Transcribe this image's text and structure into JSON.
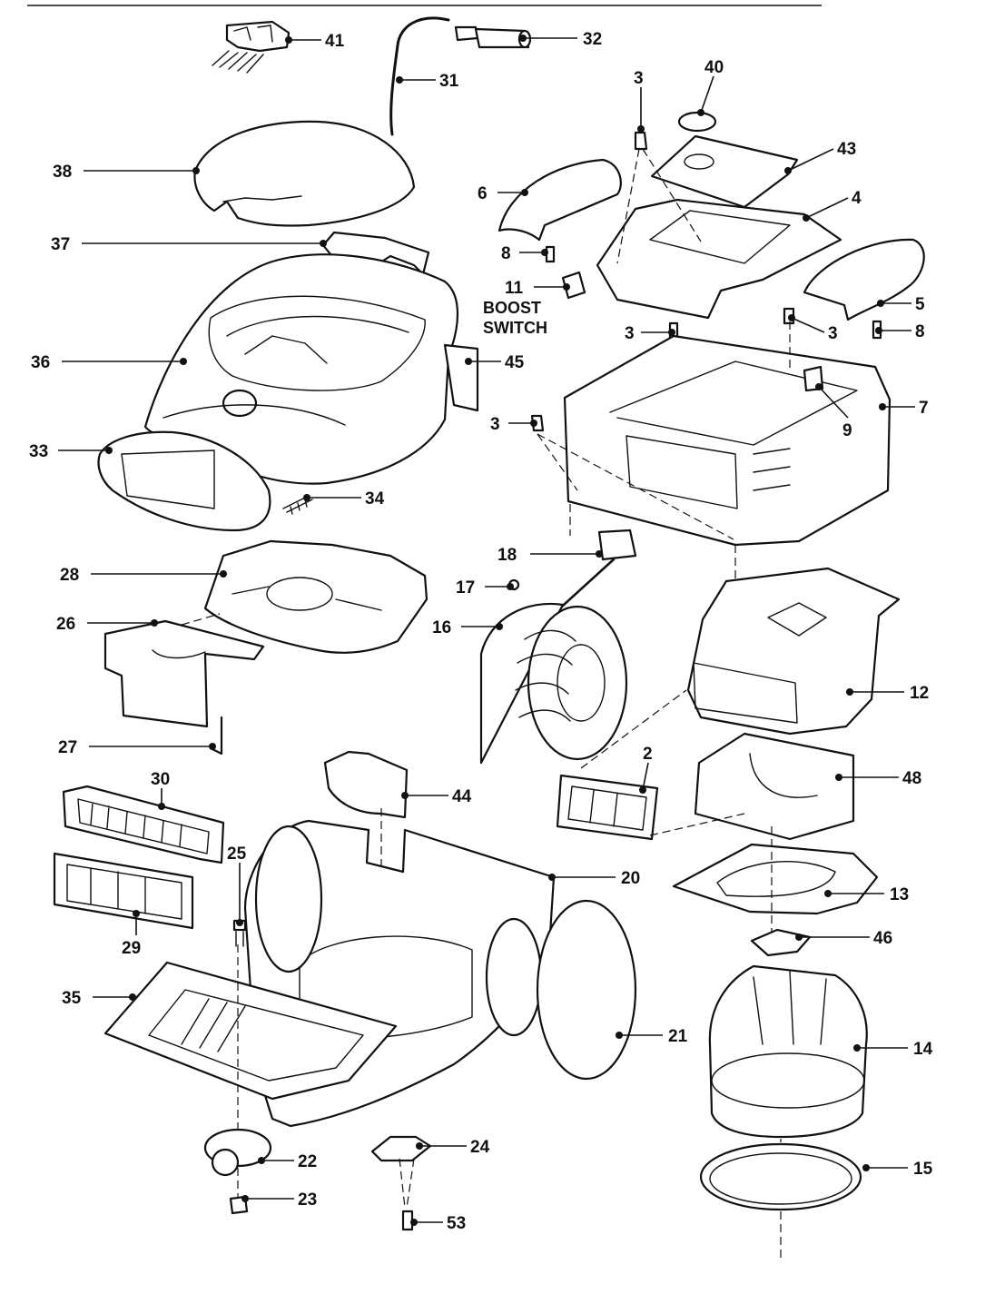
{
  "diagram": {
    "notes": {
      "boost_switch_line1": "BOOST",
      "boost_switch_line2": "SWITCH"
    },
    "callouts": {
      "p2": "2",
      "p3a": "3",
      "p3b": "3",
      "p3c": "3",
      "p3d": "3",
      "p4": "4",
      "p5": "5",
      "p6": "6",
      "p7": "7",
      "p8a": "8",
      "p8b": "8",
      "p9": "9",
      "p11": "11",
      "p12": "12",
      "p13": "13",
      "p14": "14",
      "p15": "15",
      "p16": "16",
      "p17": "17",
      "p18": "18",
      "p20": "20",
      "p21": "21",
      "p22": "22",
      "p23": "23",
      "p24": "24",
      "p25": "25",
      "p26": "26",
      "p27": "27",
      "p28": "28",
      "p29": "29",
      "p30": "30",
      "p31": "31",
      "p32": "32",
      "p33": "33",
      "p34": "34",
      "p35": "35",
      "p36": "36",
      "p37": "37",
      "p38": "38",
      "p40": "40",
      "p41": "41",
      "p43": "43",
      "p44": "44",
      "p45": "45",
      "p46": "46",
      "p48": "48",
      "p53": "53"
    }
  }
}
